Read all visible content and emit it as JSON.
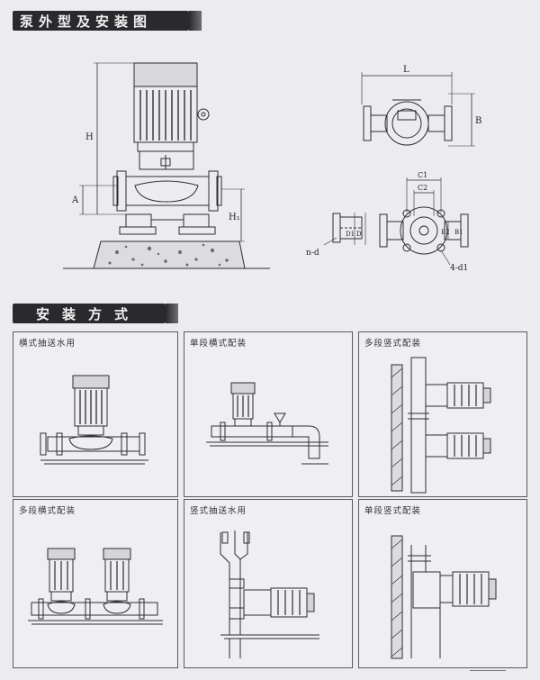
{
  "sections": {
    "dimension_title": "泵外型及安装图",
    "installation_title": "安装方式"
  },
  "dimension_labels": {
    "H": "H",
    "A": "A",
    "H1": "H₁",
    "L": "L",
    "B": "B",
    "C1": "C1",
    "C2": "C2",
    "B1": "B1",
    "B2": "B2",
    "D": "D",
    "D1": "D1",
    "n_d": "n-d",
    "four_d1": "4-d1"
  },
  "panels": [
    {
      "title": "横式抽送水用"
    },
    {
      "title": "单段横式配装"
    },
    {
      "title": "多段竖式配装"
    },
    {
      "title": "多段横式配装"
    },
    {
      "title": "竖式抽送水用"
    },
    {
      "title": "单段竖式配装"
    }
  ]
}
